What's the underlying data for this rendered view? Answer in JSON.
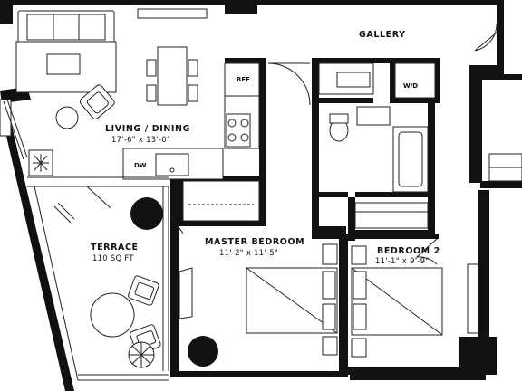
{
  "rooms": {
    "gallery": {
      "label": "GALLERY"
    },
    "living": {
      "label": "LIVING / DINING",
      "dim": "17'-6\" x 13'-0\""
    },
    "terrace": {
      "label": "TERRACE",
      "dim": "110 SQ FT"
    },
    "master": {
      "label": "MASTER BEDROOM",
      "dim": "11'-2\" x 11'-5\""
    },
    "bedroom2": {
      "label": "BEDROOM 2",
      "dim": "11'-1\" x 9'-9\""
    }
  },
  "appliances": {
    "ref": "REF",
    "dw": "DW",
    "wd": "W/D"
  }
}
